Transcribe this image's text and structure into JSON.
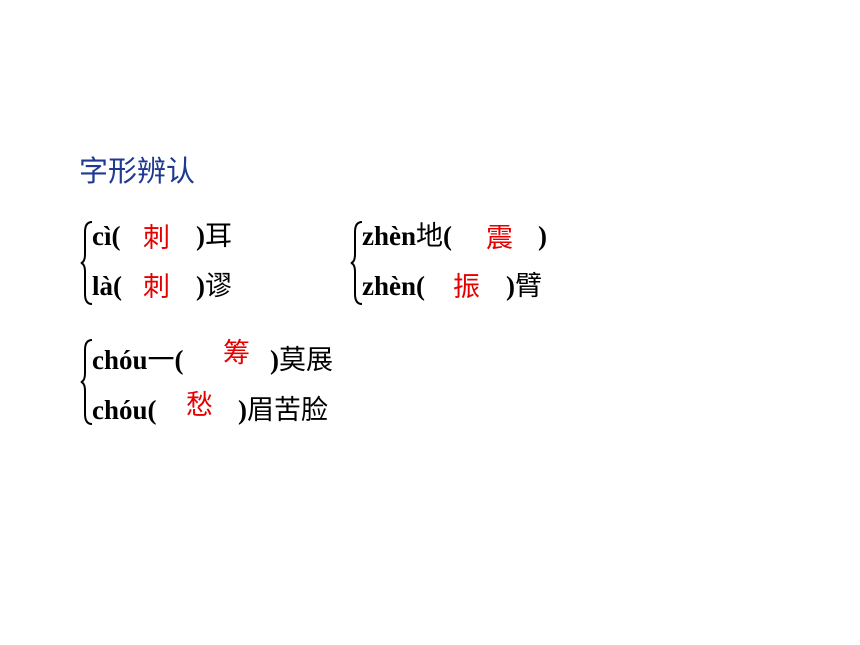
{
  "title": "字形辨认",
  "groups": [
    {
      "lines": [
        {
          "pinyin": "cì(",
          "close": ")",
          "after": "耳",
          "answer": "刺"
        },
        {
          "pinyin": "là(",
          "close": ")",
          "after": "谬",
          "answer": "刺"
        }
      ]
    },
    {
      "lines": [
        {
          "pinyin": "zhèn",
          "mid": "地",
          "open": "(",
          "close": ")",
          "after": "",
          "answer": "震"
        },
        {
          "pinyin": "zhèn(",
          "close": ")",
          "after": "臂",
          "answer": "振"
        }
      ]
    },
    {
      "lines": [
        {
          "pinyin": "chóu",
          "mid": "一",
          "open": "(",
          "close": ")",
          "after": "莫展",
          "answer": "筹"
        },
        {
          "pinyin": "chóu(",
          "close": ")",
          "after": "眉苦脸",
          "answer": "愁"
        }
      ]
    }
  ]
}
